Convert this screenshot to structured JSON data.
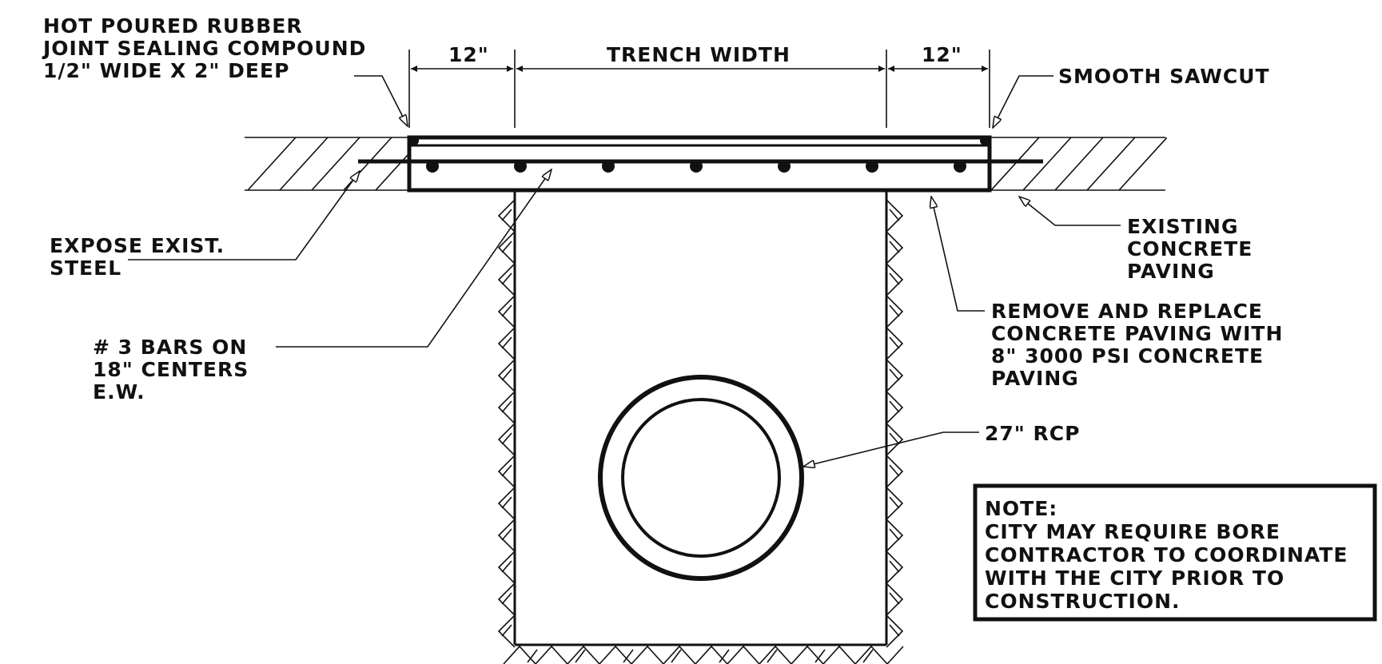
{
  "labels": {
    "joint_line1": "HOT POURED RUBBER",
    "joint_line2": "JOINT SEALING COMPOUND",
    "joint_line3": "1/2\" WIDE X 2\" DEEP",
    "dim_left": "12\"",
    "dim_center": "TRENCH WIDTH",
    "dim_right": "12\"",
    "sawcut": "SMOOTH SAWCUT",
    "expose_line1": "EXPOSE EXIST.",
    "expose_line2": "STEEL",
    "existing_line1": "EXISTING",
    "existing_line2": "CONCRETE",
    "existing_line3": "PAVING",
    "bars_line1": "# 3 BARS ON",
    "bars_line2": "18\" CENTERS",
    "bars_line3": "E.W.",
    "replace_line1": "REMOVE AND REPLACE",
    "replace_line2": "CONCRETE PAVING WITH",
    "replace_line3": "8\" 3000 PSI CONCRETE",
    "replace_line4": "PAVING",
    "rcp": "27\" RCP"
  },
  "note": {
    "title": "NOTE:",
    "line1": "CITY MAY REQUIRE BORE",
    "line2": "CONTRACTOR TO COORDINATE",
    "line3": "WITH THE CITY PRIOR TO",
    "line4": "CONSTRUCTION."
  }
}
